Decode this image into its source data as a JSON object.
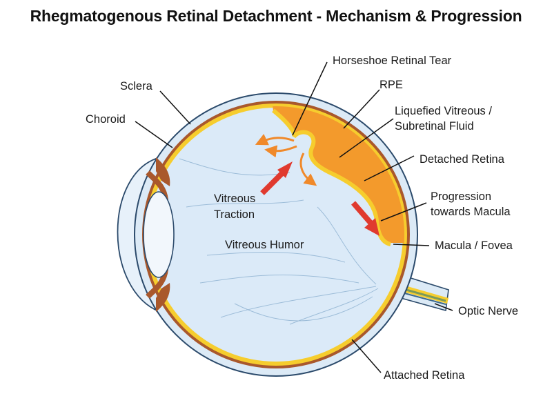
{
  "title": "Rhegmatogenous Retinal Detachment - Mechanism & Progression",
  "labels": {
    "horseshoe_tear": "Horseshoe Retinal Tear",
    "rpe": "RPE",
    "sclera": "Sclera",
    "choroid": "Choroid",
    "liquefied_line1": "Liquefied Vitreous /",
    "liquefied_line2": "Subretinal Fluid",
    "detached_retina": "Detached Retina",
    "progression_line1": "Progression",
    "progression_line2": "towards Macula",
    "vitreous_traction_line1": "Vitreous",
    "vitreous_traction_line2": "Traction",
    "vitreous_humor": "Vitreous Humor",
    "macula_fovea": "Macula / Fovea",
    "optic_nerve": "Optic Nerve",
    "attached_retina": "Attached Retina"
  },
  "colors": {
    "sclera": "#dceaf6",
    "outline": "#2b4a6b",
    "choroid": "#a9582c",
    "retina": "#f6cd2e",
    "vitreous": "#dbeaf8",
    "subretinal_fluid": "#f39a2c",
    "arrow_red": "#e03a2f",
    "arrow_orange": "#f0892a"
  }
}
